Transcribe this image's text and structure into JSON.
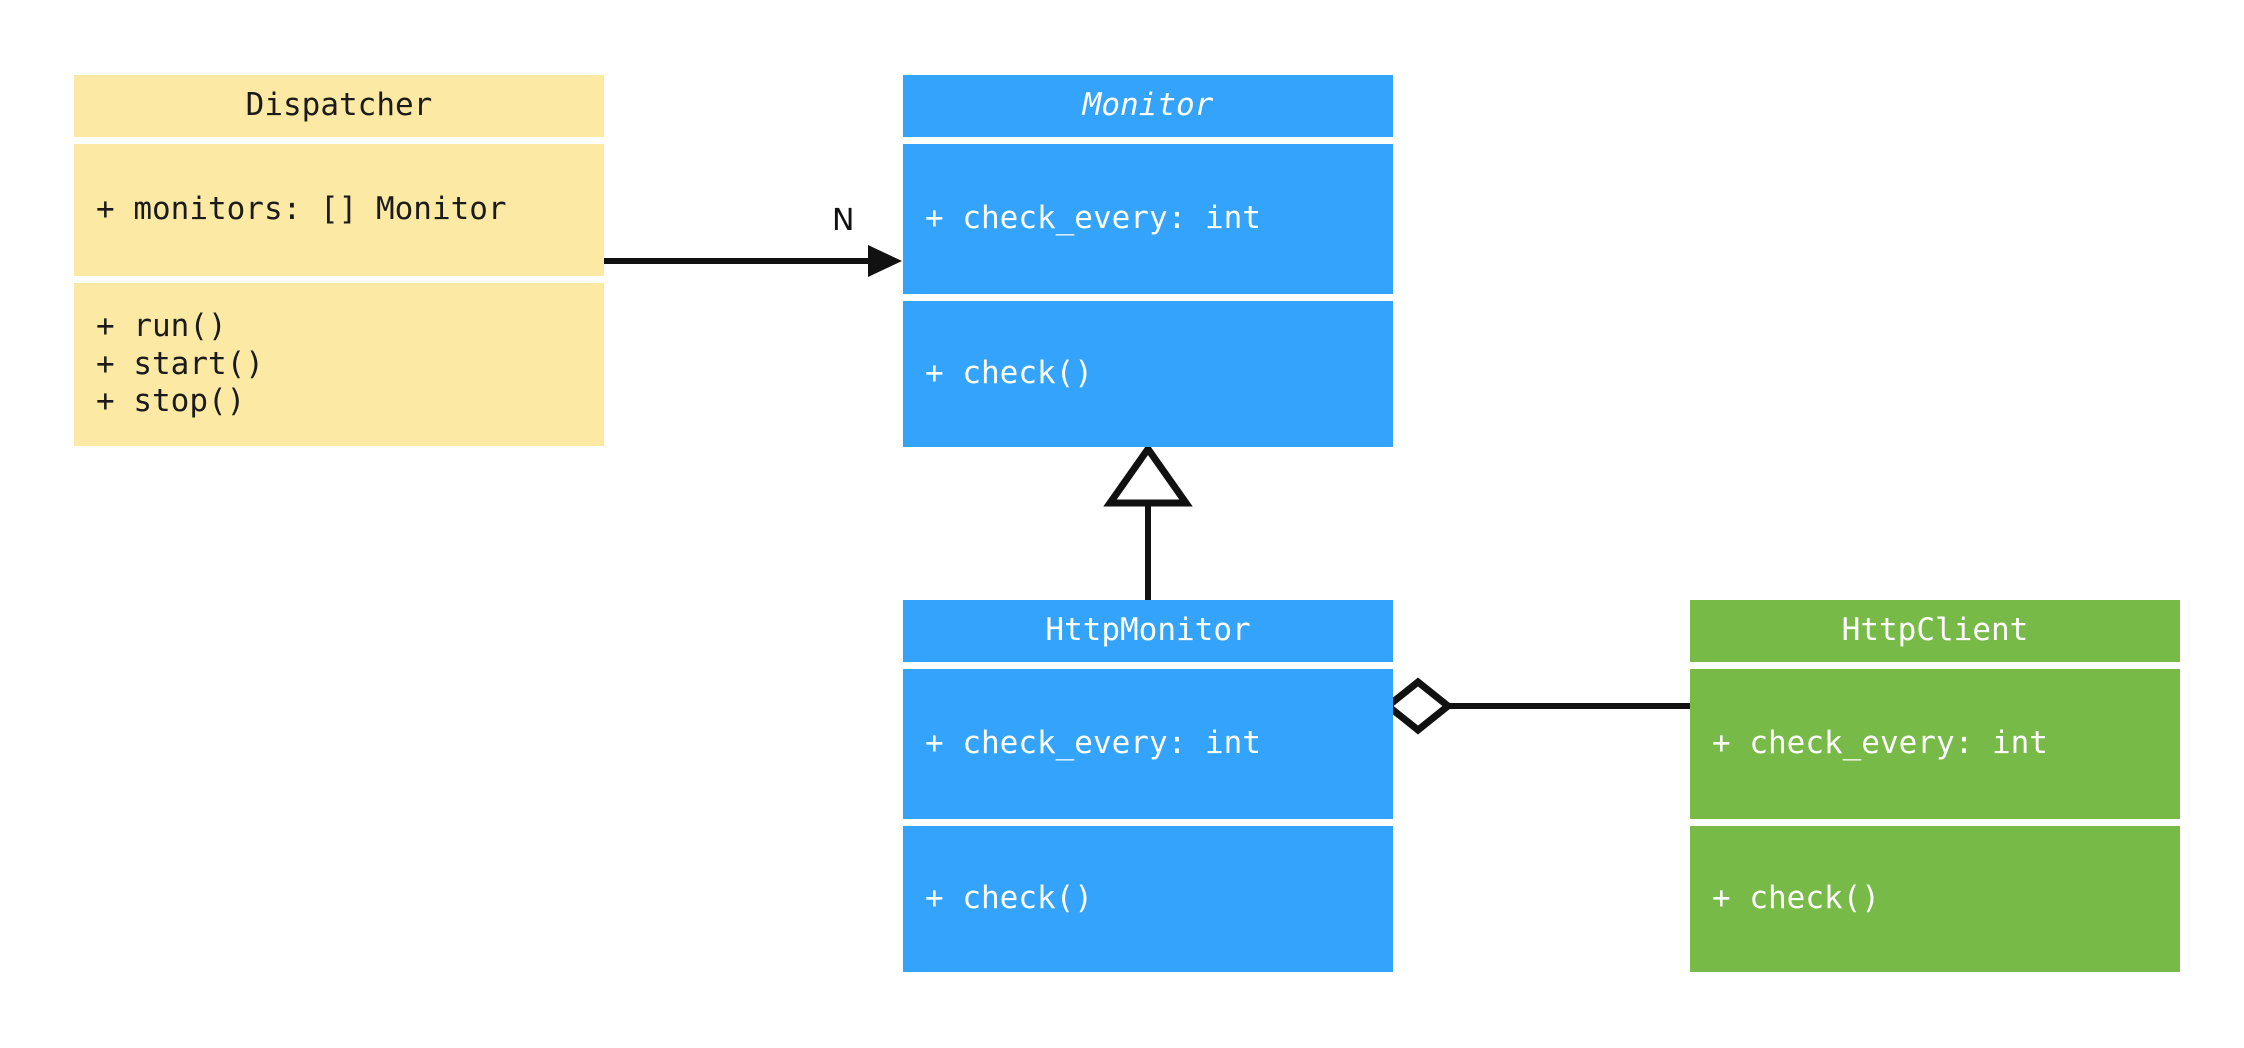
{
  "diagram": {
    "kind": "uml-class-diagram",
    "background": "#ffffff",
    "palette": {
      "yellow": "#fce9a4",
      "blue": "#33a3fc",
      "green": "#77ba47",
      "line": "#111111",
      "dark_text": "#1b1b1b",
      "light_text": "#ffffff"
    }
  },
  "classes": [
    {
      "id": "dispatcher",
      "name": "Dispatcher",
      "abstract": false,
      "color": "#fce9a4",
      "attributes": [
        "+ monitors: [] Monitor"
      ],
      "methods": [
        "+ run()",
        "+ start()",
        "+ stop()"
      ]
    },
    {
      "id": "monitor",
      "name": "Monitor",
      "abstract": true,
      "color": "#33a3fc",
      "attributes": [
        "+ check_every: int"
      ],
      "methods": [
        "+ check()"
      ]
    },
    {
      "id": "http-monitor",
      "name": "HttpMonitor",
      "abstract": false,
      "color": "#33a3fc",
      "attributes": [
        "+ check_every: int"
      ],
      "methods": [
        "+ check()"
      ]
    },
    {
      "id": "http-client",
      "name": "HttpClient",
      "abstract": false,
      "color": "#77ba47",
      "attributes": [
        "+ check_every: int"
      ],
      "methods": [
        "+ check()"
      ]
    }
  ],
  "relationships": [
    {
      "id": "dispatcher-to-monitor",
      "type": "association",
      "from": "dispatcher",
      "to": "monitor",
      "label": "N",
      "head": "solid-arrow"
    },
    {
      "id": "http-monitor-to-monitor",
      "type": "generalization",
      "from": "http-monitor",
      "to": "monitor",
      "label": "",
      "head": "hollow-triangle"
    },
    {
      "id": "http-monitor-to-http-client",
      "type": "aggregation",
      "from": "http-monitor",
      "to": "http-client",
      "label": "",
      "head": "hollow-diamond"
    }
  ]
}
